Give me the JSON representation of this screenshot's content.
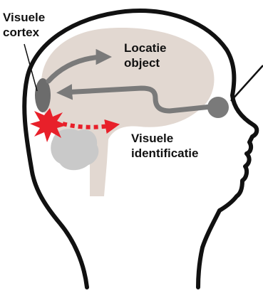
{
  "labels": {
    "visual_cortex": [
      "Visuele",
      "cortex"
    ],
    "object_location": [
      "Locatie",
      "object"
    ],
    "visual_identification": [
      "Visuele",
      "identificatie"
    ]
  },
  "colors": {
    "background": "#ffffff",
    "head_outline": "#111111",
    "brain_fill": "#e2d8d1",
    "cerebellum_fill": "#c9c9c9",
    "visual_cortex_fill": "#6c6c6c",
    "arrow_gray": "#7a7a7a",
    "lesion_red": "#e8202a",
    "label_text": "#111111"
  },
  "icons": {
    "eye": "eye-icon",
    "lesion": "lesion-burst-icon"
  }
}
